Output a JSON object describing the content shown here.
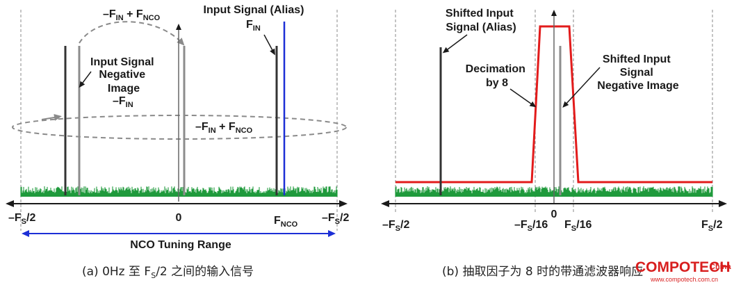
{
  "panel_a": {
    "label_fin_fnco_top": "–F",
    "label_fin_fnco_top_sub1": "IN",
    "label_fin_fnco_top_mid": " + F",
    "label_fin_fnco_top_sub2": "NCO",
    "label_input_alias": "Input Signal (Alias)",
    "label_fin": "F",
    "label_fin_sub": "IN",
    "label_neg_image_line1": "Input Signal",
    "label_neg_image_line2": "Negative",
    "label_neg_image_line3": "Image",
    "label_neg_fin": "–F",
    "label_neg_fin_sub": "IN",
    "label_fin_fnco_mid": "–F",
    "label_fin_fnco_mid_sub1": "IN",
    "label_fin_fnco_mid_mid": " + F",
    "label_fin_fnco_mid_sub2": "NCO",
    "tick_neg_fs2": "–F",
    "tick_neg_fs2_sub": "S",
    "tick_neg_fs2_tail": "/2",
    "tick_zero": "0",
    "tick_fnco": "F",
    "tick_fnco_sub": "NCO",
    "tick_pos_fs2": "–F",
    "tick_pos_fs2_sub": "S",
    "tick_pos_fs2_tail": "/2",
    "nco_range": "NCO Tuning Range",
    "caption_pre": "(a) 0Hz 至 F",
    "caption_sub": "S",
    "caption_post": "/2 之间的输入信号"
  },
  "panel_b": {
    "label_shifted_alias_line1": "Shifted Input",
    "label_shifted_alias_line2": "Signal (Alias)",
    "label_decimation_line1": "Decimation",
    "label_decimation_line2": "by 8",
    "label_shifted_neg_line1": "Shifted Input",
    "label_shifted_neg_line2": "Signal",
    "label_shifted_neg_line3": "Negative Image",
    "tick_neg_fs2": "–F",
    "tick_neg_fs2_sub": "S",
    "tick_neg_fs2_tail": "/2",
    "tick_neg_fs16": "–F",
    "tick_neg_fs16_sub": "S",
    "tick_neg_fs16_tail": "/16",
    "tick_zero": "0",
    "tick_pos_fs16": "F",
    "tick_pos_fs16_sub": "S",
    "tick_pos_fs16_tail": "/16",
    "tick_pos_fs2": "F",
    "tick_pos_fs2_sub": "S",
    "tick_pos_fs2_tail": "/2",
    "caption": "(b) 抽取因子为 8 时的带通滤波器响应"
  },
  "watermark": {
    "brand": "COMPOTECH",
    "region": "China",
    "url": "www.compotech.com.cn"
  },
  "colors": {
    "noise": "#1f9a3c",
    "filter": "#e21b1b",
    "input_line": "#1c2fd6",
    "dark_line": "#333333",
    "gray_line": "#8c8c8c",
    "dashed": "#8a8a8a"
  }
}
